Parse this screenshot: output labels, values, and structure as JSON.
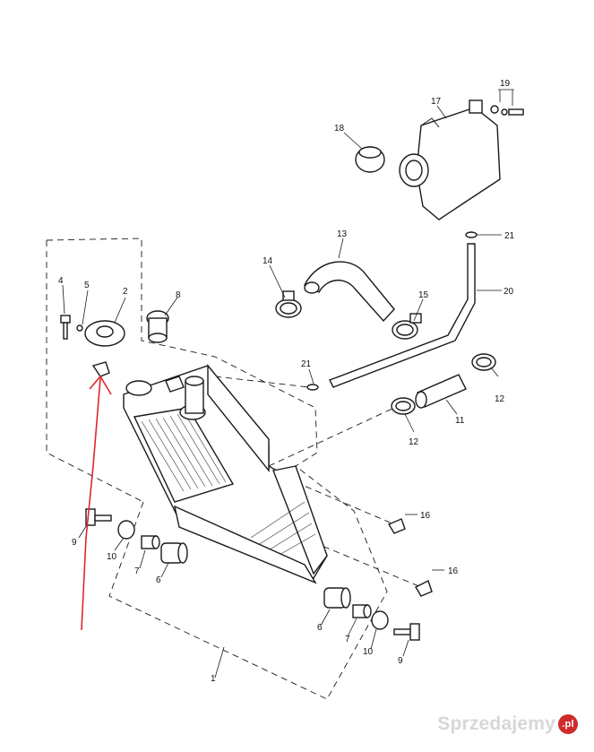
{
  "diagram": {
    "callouts": {
      "p1": "1",
      "p2": "2",
      "p4": "4",
      "p5": "5",
      "p6a": "6",
      "p6b": "6",
      "p7a": "7",
      "p7b": "7",
      "p8": "8",
      "p9a": "9",
      "p9b": "9",
      "p10a": "10",
      "p10b": "10",
      "p11": "11",
      "p12a": "12",
      "p12b": "12",
      "p13": "13",
      "p14": "14",
      "p15": "15",
      "p16a": "16",
      "p16b": "16",
      "p17": "17",
      "p18": "18",
      "p19": "19",
      "p20": "20",
      "p21a": "21",
      "p21b": "21"
    }
  },
  "watermark": {
    "text": "Sprzedajemy",
    "badge": ".pl"
  },
  "colors": {
    "line": "#1a1a1a",
    "annotation": "#e0262b",
    "watermark_text": "#d7d7d7",
    "watermark_badge": "#cf2b2b"
  }
}
